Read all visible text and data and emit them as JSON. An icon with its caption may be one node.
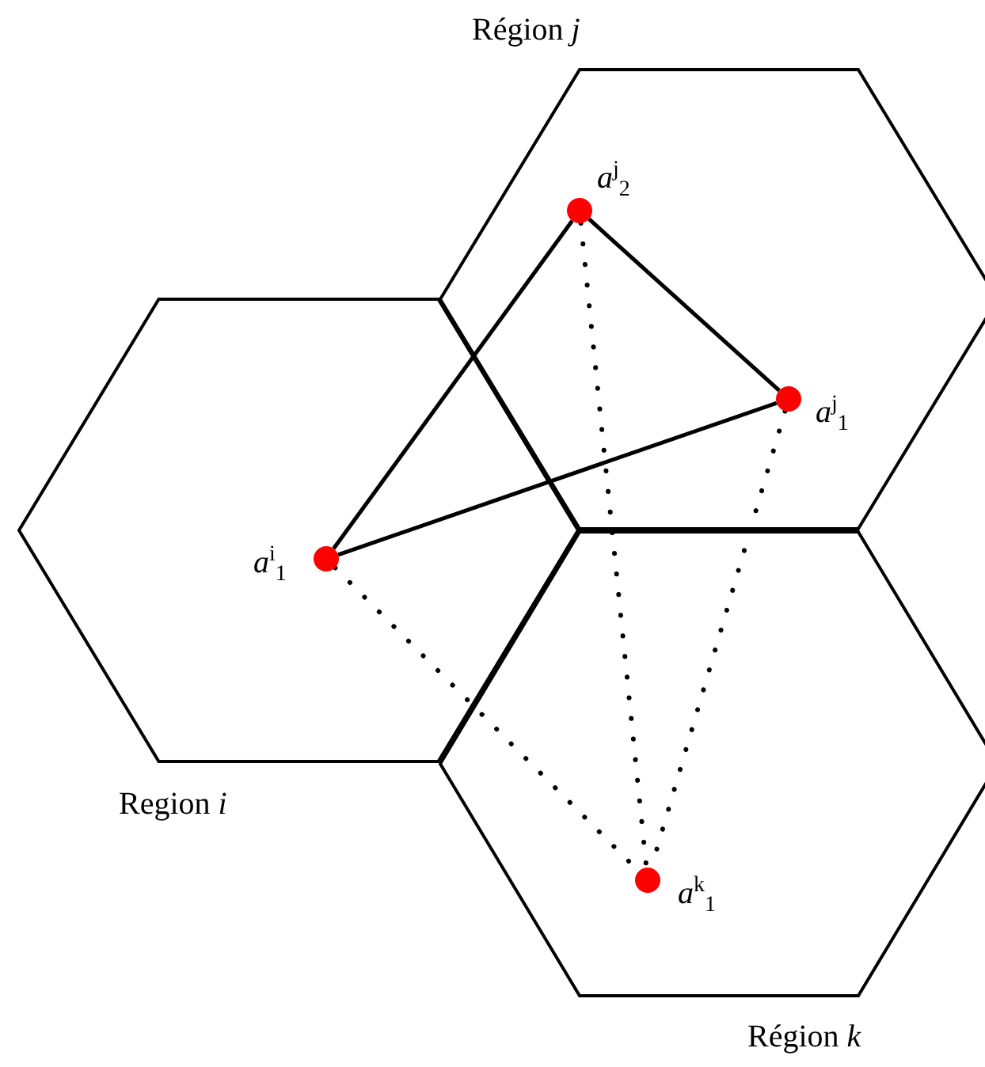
{
  "diagram": {
    "nodes": [
      {
        "text": [],
        "shape": "hexagon",
        "beside": [
          "Région *j*"
        ]
      },
      {
        "text": [],
        "shape": "circle",
        "beside": [
          "*a*$^{j}$$_{2}$"
        ],
        "in": 0
      },
      {
        "text": [],
        "shape": "circle",
        "beside": [
          "*a*$^{j}$$_{1}$"
        ],
        "in": 0
      },
      {
        "text": [],
        "shape": "hexagon",
        "beside": [
          "Region *i*"
        ]
      },
      {
        "text": [],
        "shape": "circle",
        "beside": [
          "*a*$^{i}$$_{1}$"
        ],
        "in": 3
      },
      {
        "text": [],
        "shape": "hexagon",
        "beside": [
          "Région *k*"
        ]
      },
      {
        "text": [],
        "shape": "circle",
        "beside": [
          "*a*$^{k}$$_{1}$"
        ],
        "in": 5
      }
    ],
    "edges": [
      {
        "from": 4,
        "to": 1,
        "arrow": "none"
      },
      {
        "from": 4,
        "to": 2,
        "arrow": "none"
      },
      {
        "from": 1,
        "to": 2,
        "arrow": "none"
      },
      {
        "from": 4,
        "to": 6,
        "arrow": "none",
        "style": "dashed"
      },
      {
        "from": 1,
        "to": 6,
        "arrow": "none",
        "style": "dashed"
      },
      {
        "from": 2,
        "to": 6,
        "arrow": "none",
        "style": "dashed"
      }
    ]
  }
}
